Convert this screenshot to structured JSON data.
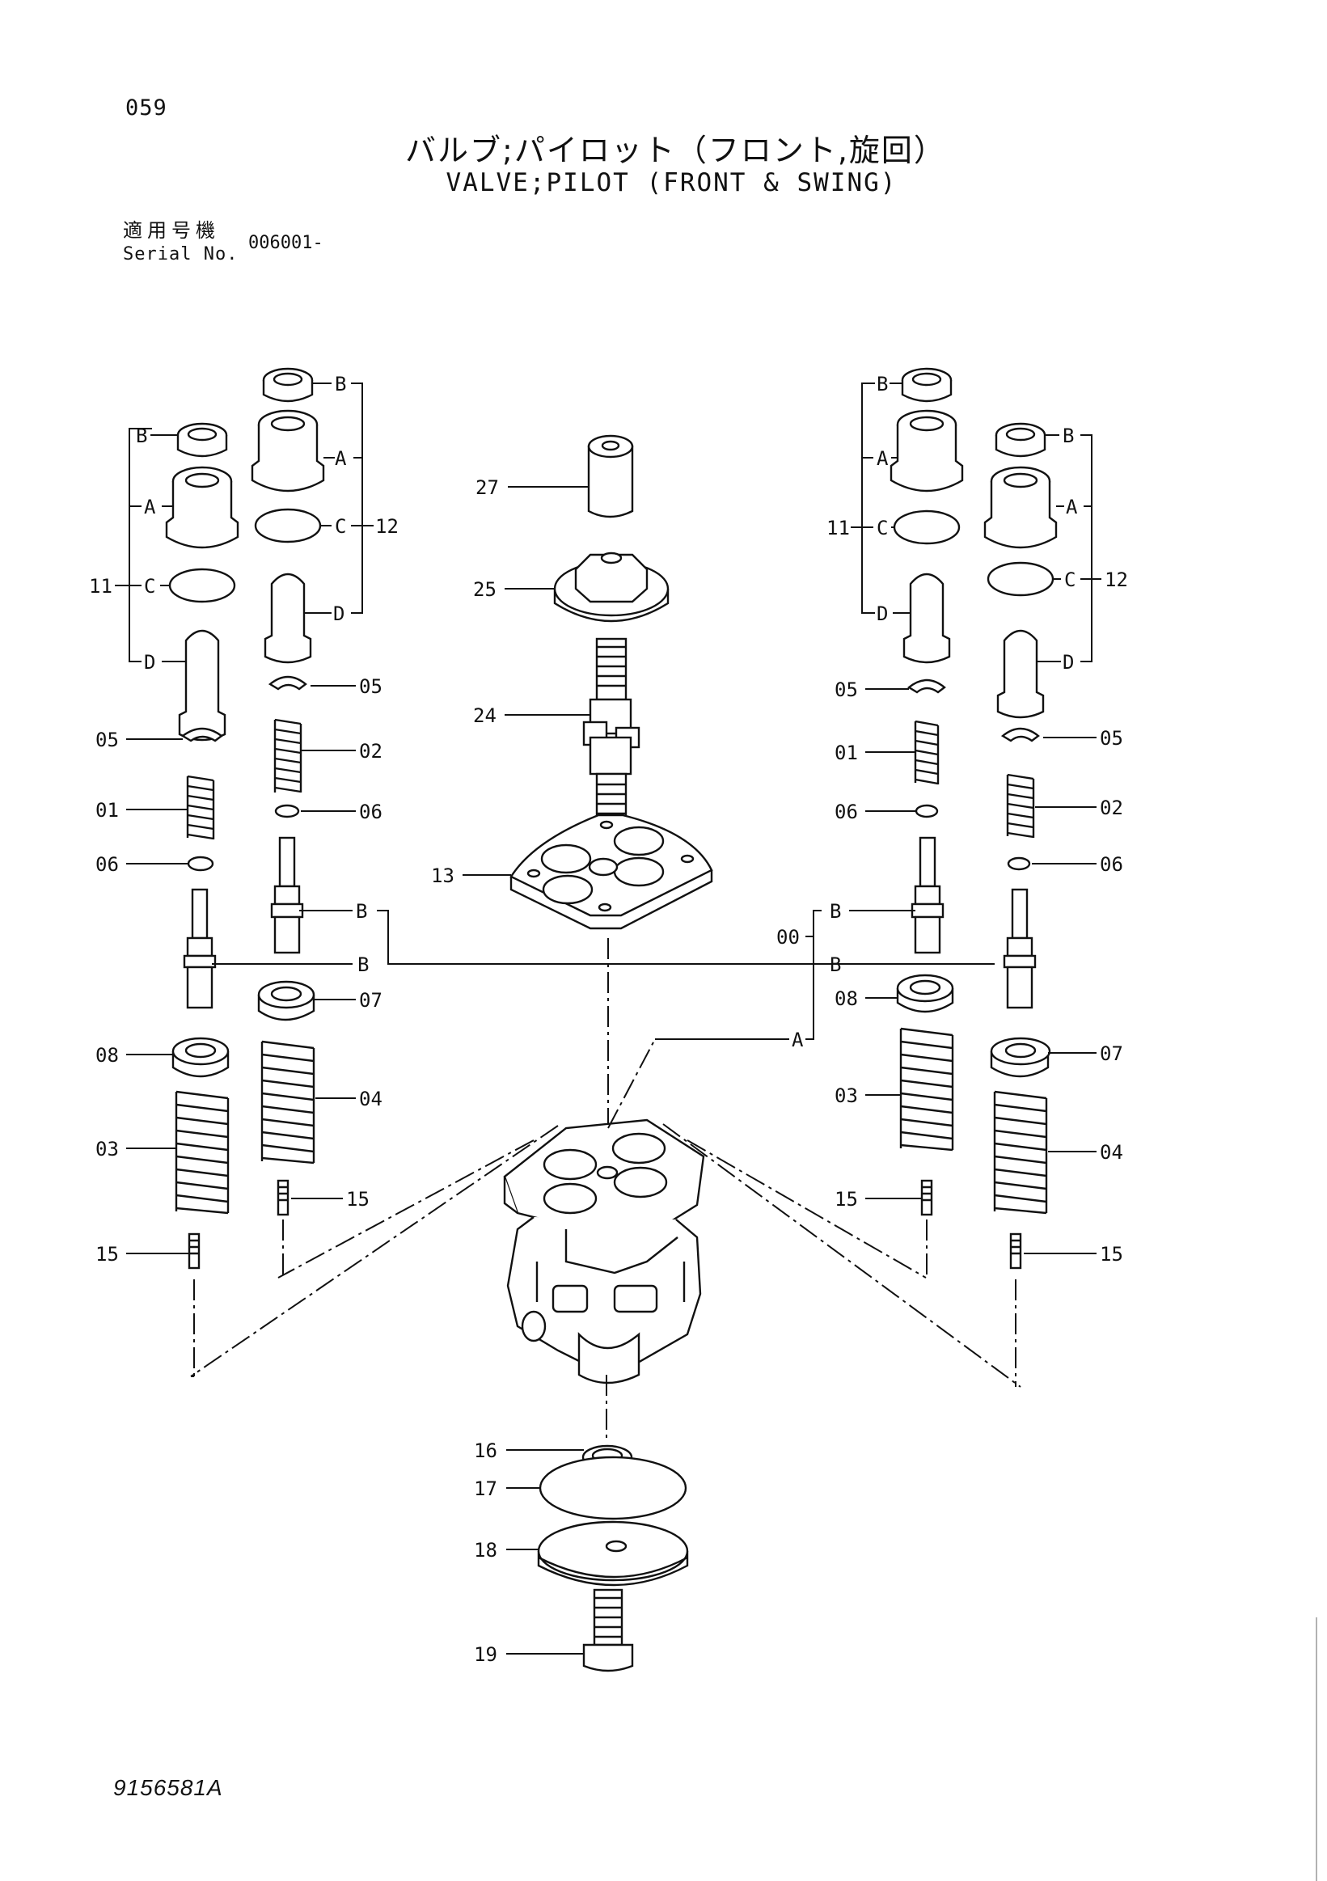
{
  "header": {
    "page_number": "059",
    "title_jp": "バルブ;パイロット（フロント,旋回）",
    "title_en": "VALVE;PILOT (FRONT & SWING)",
    "serial_label_jp": "適用号機",
    "serial_label_en": "Serial No.",
    "serial_value": "006001-"
  },
  "callouts": {
    "p27": "27",
    "p25": "25",
    "p24": "24",
    "p13": "13",
    "p16": "16",
    "p17": "17",
    "p18": "18",
    "p19": "19",
    "l_11": "11",
    "l_12": "12",
    "r_11": "11",
    "r_12": "12",
    "l_B1": "B",
    "l_A1": "A",
    "l_C1": "C",
    "l_D1": "D",
    "l_B2": "B",
    "l_A2": "A",
    "l_C2": "C",
    "l_D2": "D",
    "r_B1": "B",
    "r_A1": "A",
    "r_C1": "C",
    "r_D1": "D",
    "r_B2": "B",
    "r_A2": "A",
    "r_C2": "C",
    "r_D2": "D",
    "l_05a": "05",
    "l_05b": "05",
    "l_01": "01",
    "l_02": "02",
    "l_06a": "06",
    "l_06b": "06",
    "l_Ba": "B",
    "l_Bb": "B",
    "l_07": "07",
    "l_08": "08",
    "l_04": "04",
    "l_03": "03",
    "l_15a": "15",
    "l_15b": "15",
    "r_05a": "05",
    "r_05b": "05",
    "r_01": "01",
    "r_02": "02",
    "r_06a": "06",
    "r_06b": "06",
    "r_Ba": "B",
    "r_Bb": "B",
    "r_00": "00",
    "r_A": "A",
    "r_07": "07",
    "r_08": "08",
    "r_04": "04",
    "r_03": "03",
    "r_15a": "15",
    "r_15b": "15"
  },
  "footer": {
    "drawing_number": "9156581A"
  }
}
